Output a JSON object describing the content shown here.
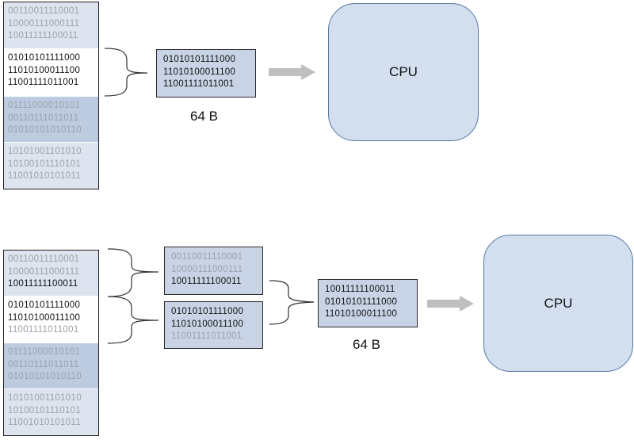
{
  "top": {
    "memory": [
      {
        "rows": [
          "00110011110001",
          "10000111000111",
          "10011111100011"
        ]
      },
      {
        "rows": [
          "01010101111000",
          "11010100011100",
          "11001111011001"
        ]
      },
      {
        "rows": [
          "01111000010101",
          "00110111011011",
          "01010101010110"
        ]
      },
      {
        "rows": [
          "10101001101010",
          "10100101110101",
          "11001010101011"
        ]
      }
    ],
    "box": {
      "rows": [
        "01010101111000",
        "11010100011100",
        "11001111011001"
      ]
    },
    "size_label": "64 B",
    "cpu_label": "CPU"
  },
  "bottom": {
    "memory": [
      {
        "rows": [
          "00110011110001",
          "10000111000111",
          "10011111100011"
        ]
      },
      {
        "rows": [
          "01010101111000",
          "11010100011100",
          "11001111011001"
        ]
      },
      {
        "rows": [
          "01111000010101",
          "00110111011011",
          "01010101010110"
        ]
      },
      {
        "rows": [
          "10101001101010",
          "10100101110101",
          "11001010101011"
        ]
      }
    ],
    "box_a": {
      "rows": [
        "00110011110001",
        "10000111000111",
        "10011111100011"
      ]
    },
    "box_b": {
      "rows": [
        "01010101111000",
        "11010100011100",
        "11001111011001"
      ]
    },
    "merged_box": {
      "rows": [
        "10011111100011",
        "01010101111000",
        "11010100011100"
      ]
    },
    "size_label": "64 B",
    "cpu_label": "CPU"
  },
  "colors": {
    "memory_light": "#dde4ef",
    "memory_dark": "#bccbe0",
    "box_fill": "#c8d3e5",
    "cpu_fill": "#d3deef",
    "cpu_border": "#5677a3",
    "arrow": "#bfbfbf",
    "inactive_text": "#9aa1ab"
  }
}
